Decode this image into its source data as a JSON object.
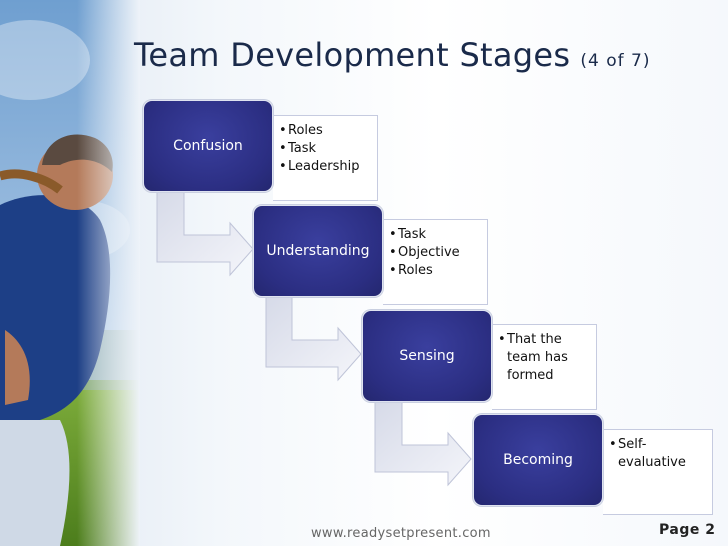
{
  "title": {
    "text": "Team Development Stages",
    "count": "(4 of 7)"
  },
  "stages": [
    {
      "label": "Confusion",
      "bullets": [
        "Roles",
        "Task",
        "Leadership"
      ]
    },
    {
      "label": "Understanding",
      "bullets": [
        "Task",
        "Objective",
        "Roles"
      ]
    },
    {
      "label": "Sensing",
      "bullets": [
        "That the team has formed"
      ]
    },
    {
      "label": "Becoming",
      "bullets": [
        "Self-evaluative"
      ]
    }
  ],
  "footer": {
    "url": "www.readysetpresent.com",
    "page": "Page 2"
  },
  "colors": {
    "box": "#2b2e82",
    "title": "#1a2a4a",
    "arrow": "#e0e3ef"
  }
}
